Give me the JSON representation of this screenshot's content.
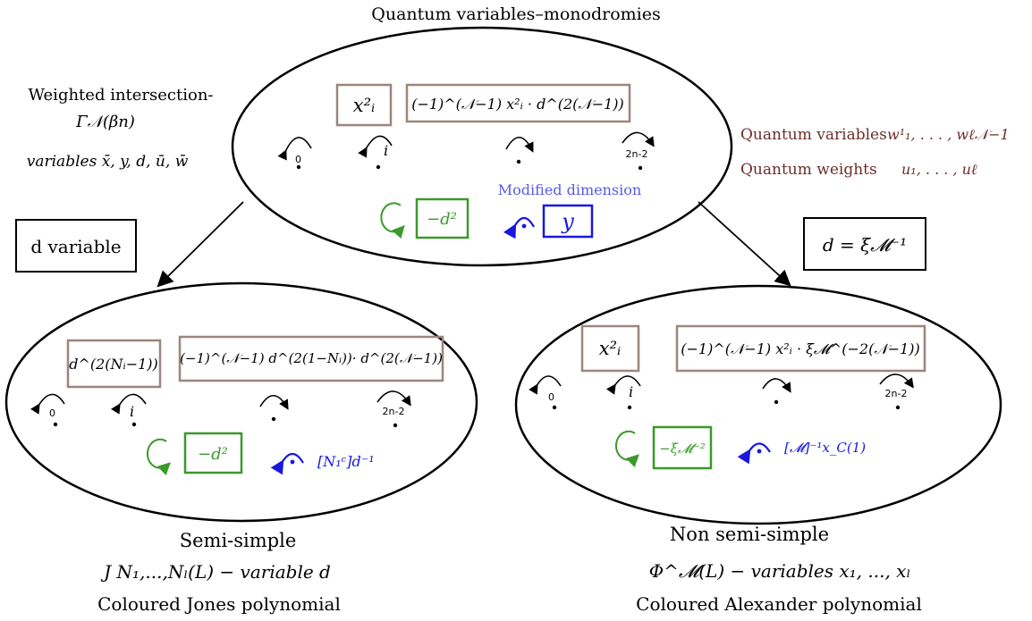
{
  "top_title": "Quantum variables–monodromies",
  "left_notes": {
    "line1": "Weighted intersection-",
    "line2": "Γ𝒩(βn)",
    "line3": "variables x̄, y, d, ū, w̄"
  },
  "right_notes": {
    "line1_label": "Quantum variables",
    "line1_math": "w¹₁, . . . , wℓ𝒩−1",
    "line2_label": "Quantum weights",
    "line2_math": "u₁, . . . , uℓ"
  },
  "arrow_labels": {
    "left": "d variable",
    "right": "d = ξ𝓜⁻¹"
  },
  "top_ellipse": {
    "box1": "x²ᵢ",
    "box2": "(−1)^(𝒩−1) x²ᵢ · d^(2(𝒩−1))",
    "loops": [
      "0",
      "i",
      "",
      "2n-2"
    ],
    "modified_dimension": "Modified dimension",
    "green_box": "−d²",
    "blue_box": "y"
  },
  "left_ellipse": {
    "box1": "d^(2(Nᵢ−1))",
    "box2": "(−1)^(𝒩−1) d^(2(1−Nᵢ))· d^(2(𝒩−1))",
    "loops": [
      "0",
      "i",
      "",
      "2n-2"
    ],
    "green_box": "−d²",
    "blue_text": "[N₁ᶜ]d⁻¹"
  },
  "right_ellipse": {
    "box1": "x²ᵢ",
    "box2": "(−1)^(𝒩−1) x²ᵢ · ξ𝓜^(−2(𝒩−1))",
    "loops": [
      "0",
      "i",
      "",
      "2n-2"
    ],
    "green_box": "−ξ𝓜⁻²",
    "blue_text": "[𝓜]⁻¹x_C(1)"
  },
  "bottom_left": {
    "line1": "Semi-simple",
    "line2": "J N₁,...,Nₗ(L) − variable d",
    "line3": "Coloured Jones polynomial"
  },
  "bottom_right": {
    "line1": "Non semi-simple",
    "line2": "Φ^𝓜(L) − variables x₁, ..., xₗ",
    "line3": "Coloured Alexander polynomial"
  },
  "colors": {
    "brown_box": "#9b857c",
    "brown_text": "#6b2f2a",
    "green": "#3a9a2a",
    "blue": "#1818e0",
    "blue_light": "#5a5ae8"
  }
}
